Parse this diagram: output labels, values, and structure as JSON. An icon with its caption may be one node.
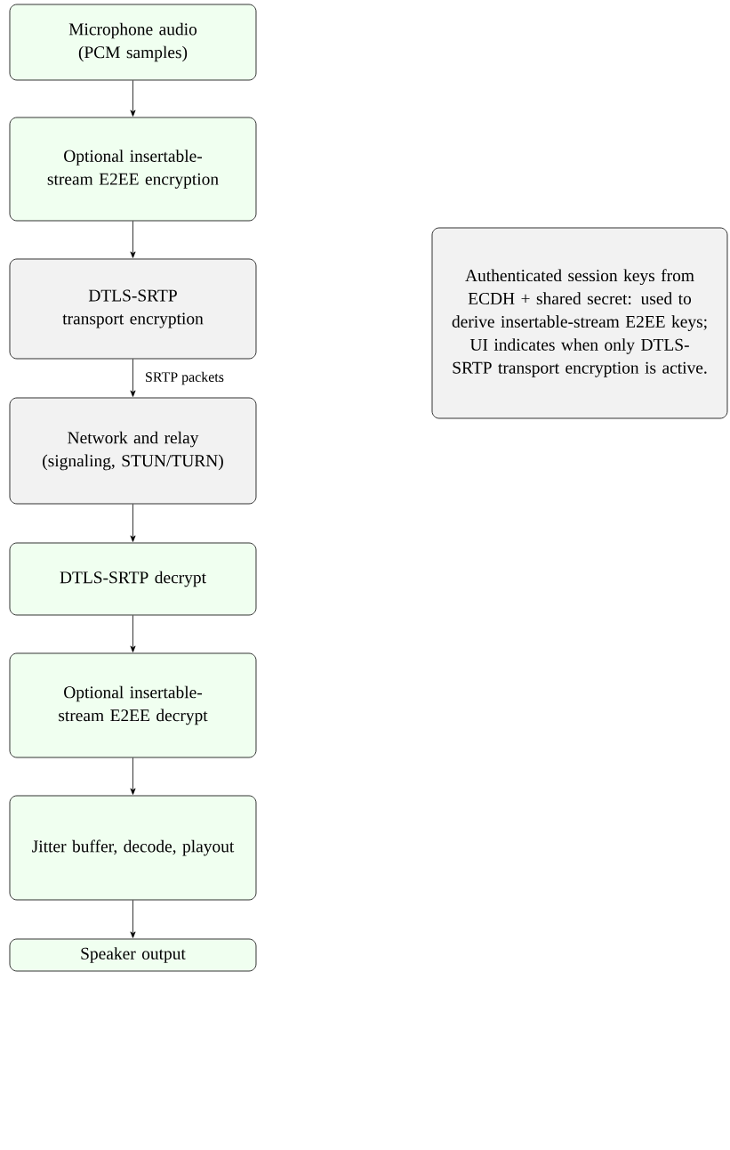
{
  "diagram": {
    "nodes": [
      {
        "text": [
          "Microphone audio (PCM samples)"
        ]
      },
      {
        "text": [
          "Optional insertable-stream E2EE encryption"
        ]
      },
      {
        "text": [
          "DTLS-SRTP transport encryption"
        ]
      },
      {
        "text": [
          "Network and relay (signaling, STUN/TURN)"
        ]
      },
      {
        "text": [
          "DTLS-SRTP decrypt"
        ]
      },
      {
        "text": [
          "Optional insertable-stream E2EE decrypt"
        ]
      },
      {
        "text": [
          "Jitter buffer, decode, playout"
        ]
      },
      {
        "text": [
          "Speaker output"
        ]
      },
      {
        "text": [
          "Authenticated session keys from ECDH + shared secret: used to derive insertable-stream E2EE keys; UI indicates when only DTLS-SRTP transport encryption is active."
        ]
      }
    ],
    "edges": [
      {
        "from": 0,
        "to": 1,
        "arrow": "to"
      },
      {
        "from": 1,
        "to": 2,
        "arrow": "to"
      },
      {
        "from": 2,
        "to": 3,
        "arrow": "to",
        "label": "SRTP packets"
      },
      {
        "from": 3,
        "to": 4,
        "arrow": "to"
      },
      {
        "from": 4,
        "to": 5,
        "arrow": "to"
      },
      {
        "from": 5,
        "to": 6,
        "arrow": "to"
      },
      {
        "from": 6,
        "to": 7,
        "arrow": "to"
      }
    ]
  }
}
